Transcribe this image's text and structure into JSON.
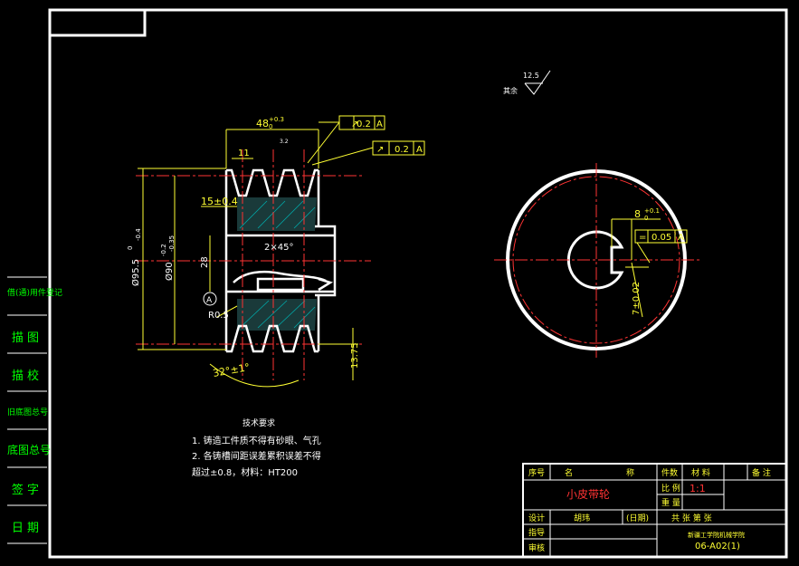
{
  "drawing": {
    "roughness": {
      "symbol_label": "其余",
      "value": "12.5"
    },
    "front_view": {
      "width_dim": "48",
      "width_tol": "+0.3",
      "width_tol_lower": "0",
      "groove_pitch": "11",
      "small_roughness": "3.2",
      "groove_offset": "15±0.4",
      "outer_dia": "Ø95.5",
      "outer_dia_tol": "0",
      "outer_dia_tol_lower": "-0.4",
      "pitch_dia": "Ø90",
      "pitch_dia_tol": "-0.2",
      "pitch_dia_tol_lower": "-0.35",
      "bore": "28",
      "chamfer": "2×45°",
      "radius": "R0.5",
      "datum": "A",
      "groove_depth": "13.75",
      "angle": "32°±1°"
    },
    "tolerance_frames": [
      {
        "symbol": "↗",
        "value": "0.2",
        "datum": "A"
      },
      {
        "symbol": "↗",
        "value": "0.2",
        "datum": "A"
      }
    ],
    "side_view": {
      "keyway_width": "8",
      "keyway_tol": "+0.1",
      "keyway_tol_lower": "0",
      "sym_symbol": "=",
      "sym_value": "0.05",
      "sym_datum": "A",
      "keyway_depth": "7±0.02"
    }
  },
  "notes": {
    "title": "技术要求",
    "items": [
      "1. 铸造工件质不得有砂眼、气孔",
      "2. 各铸槽间距误差累积误差不得",
      "超过±0.8，材料：HT200"
    ]
  },
  "side_labels": [
    "借(通)用件登记",
    "描 图",
    "描 校",
    "旧底图总号",
    "底图总号",
    "签 字",
    "日 期"
  ],
  "title_block": {
    "hdr_seq": "序号",
    "hdr_name": "名",
    "hdr_name2": "称",
    "hdr_qty": "件数",
    "hdr_material": "材 料",
    "hdr_remark": "备 注",
    "part_name": "小皮带轮",
    "scale_label": "比 例",
    "scale_value": "1:1",
    "weight_label": "重 量",
    "design_label": "设计",
    "designer": "胡玮",
    "date_label": "(日期)",
    "sheets": "共  张   第  张",
    "check_label": "指导",
    "approve_label": "审核",
    "school": "新疆工学院机械学院",
    "drawing_no": "06-A02(1)"
  }
}
